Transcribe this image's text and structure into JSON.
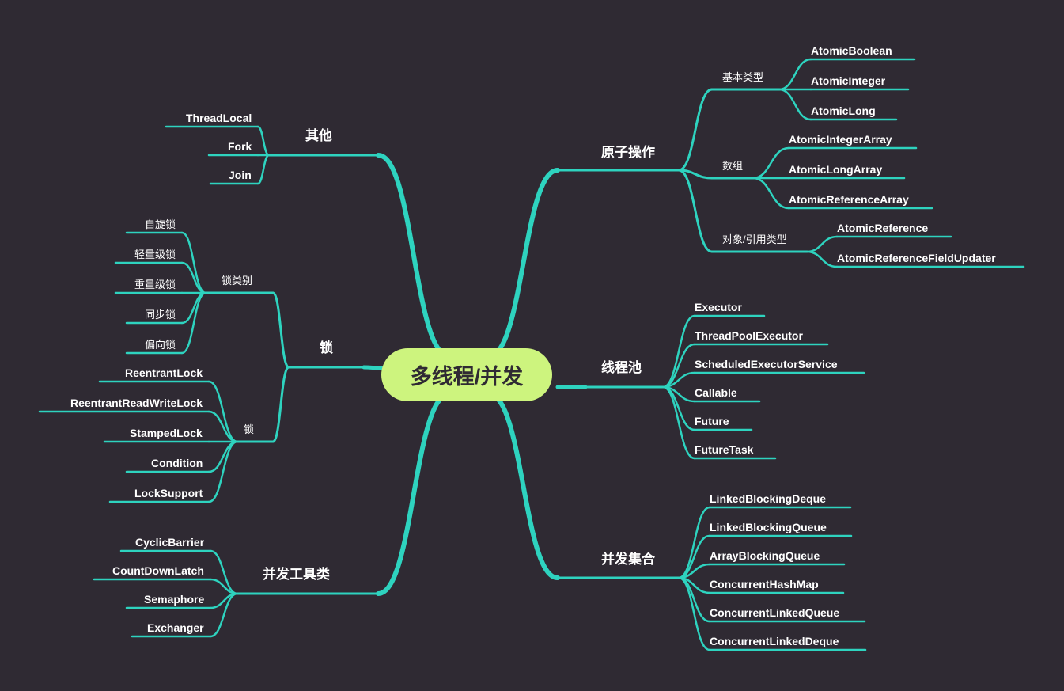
{
  "colors": {
    "background": "#2f2a33",
    "line": "#2ed3bf",
    "center_fill": "#cdf47e",
    "text": "#ffffff",
    "center_text": "#2f2a33"
  },
  "center": "多线程/并发",
  "branches": {
    "atomic": {
      "label": "原子操作",
      "groups": {
        "basic": {
          "label": "基本类型",
          "items": [
            "AtomicBoolean",
            "AtomicInteger",
            "AtomicLong"
          ]
        },
        "array": {
          "label": "数组",
          "items": [
            "AtomicIntegerArray",
            "AtomicLongArray",
            "AtomicReferenceArray"
          ]
        },
        "ref": {
          "label": "对象/引用类型",
          "items": [
            "AtomicReference",
            "AtomicReferenceFieldUpdater"
          ]
        }
      }
    },
    "pool": {
      "label": "线程池",
      "items": [
        "Executor",
        "ThreadPoolExecutor",
        "ScheduledExecutorService",
        "Callable",
        "Future",
        "FutureTask"
      ]
    },
    "collections": {
      "label": "并发集合",
      "items": [
        "LinkedBlockingDeque",
        "LinkedBlockingQueue",
        "ArrayBlockingQueue",
        "ConcurrentHashMap",
        "ConcurrentLinkedQueue",
        "ConcurrentLinkedDeque"
      ]
    },
    "other": {
      "label": "其他",
      "items": [
        "ThreadLocal",
        "Fork",
        "Join"
      ]
    },
    "lock": {
      "label": "锁",
      "groups": {
        "types": {
          "label": "锁类别",
          "items": [
            "自旋锁",
            "轻量级锁",
            "重量级锁",
            "同步锁",
            "偏向锁"
          ]
        },
        "locks": {
          "label": "锁",
          "items": [
            "ReentrantLock",
            "ReentrantReadWriteLock",
            "StampedLock",
            "Condition",
            "LockSupport"
          ]
        }
      }
    },
    "tools": {
      "label": "并发工具类",
      "items": [
        "CyclicBarrier",
        "CountDownLatch",
        "Semaphore",
        "Exchanger"
      ]
    }
  }
}
